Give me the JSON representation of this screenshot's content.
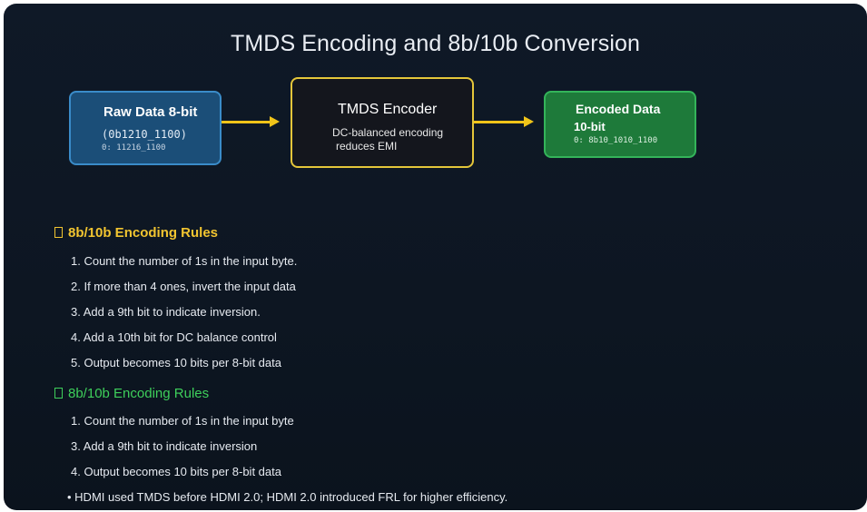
{
  "title": "TMDS Encoding and 8b/10b Conversion",
  "raw_box": {
    "title": "Raw Data 8-bit",
    "line1": "(0b1210_1100)",
    "line2": "0: 11216_1100"
  },
  "encoder_box": {
    "title": "TMDS Encoder",
    "line1": "DC-balanced encoding",
    "line2": "reduces EMI"
  },
  "output_box": {
    "title": "Encoded Data",
    "line1": "10-bit",
    "line2": "0: 8b10_1010_1100"
  },
  "section1": {
    "title": "8b/10b Encoding Rules",
    "color": "#f2c530",
    "items": [
      "1. Count the number of 1s in the input byte.",
      "2. If more than 4 ones, invert the input data",
      "3. Add a 9th bit to indicate inversion.",
      "4. Add a 10th bit for DC balance control",
      "5. Output becomes 10 bits per 8-bit data"
    ]
  },
  "section2": {
    "title": "8b/10b Encoding Rules",
    "color": "#3ecf5b",
    "items": [
      "1. Count the number of 1s in the input byte",
      "3. Add a 9th bit to indicate inversion",
      "4. Output becomes 10 bits per 8-bit data"
    ],
    "note": "• HDMI used TMDS before HDMI 2.0; HDMI 2.0 introduced FRL for higher efficiency."
  },
  "colors": {
    "arrow": "#f0c419",
    "raw_fill": "#1b4e78",
    "encoder_border": "#e4c63a",
    "output_fill": "#1e7a3a"
  }
}
